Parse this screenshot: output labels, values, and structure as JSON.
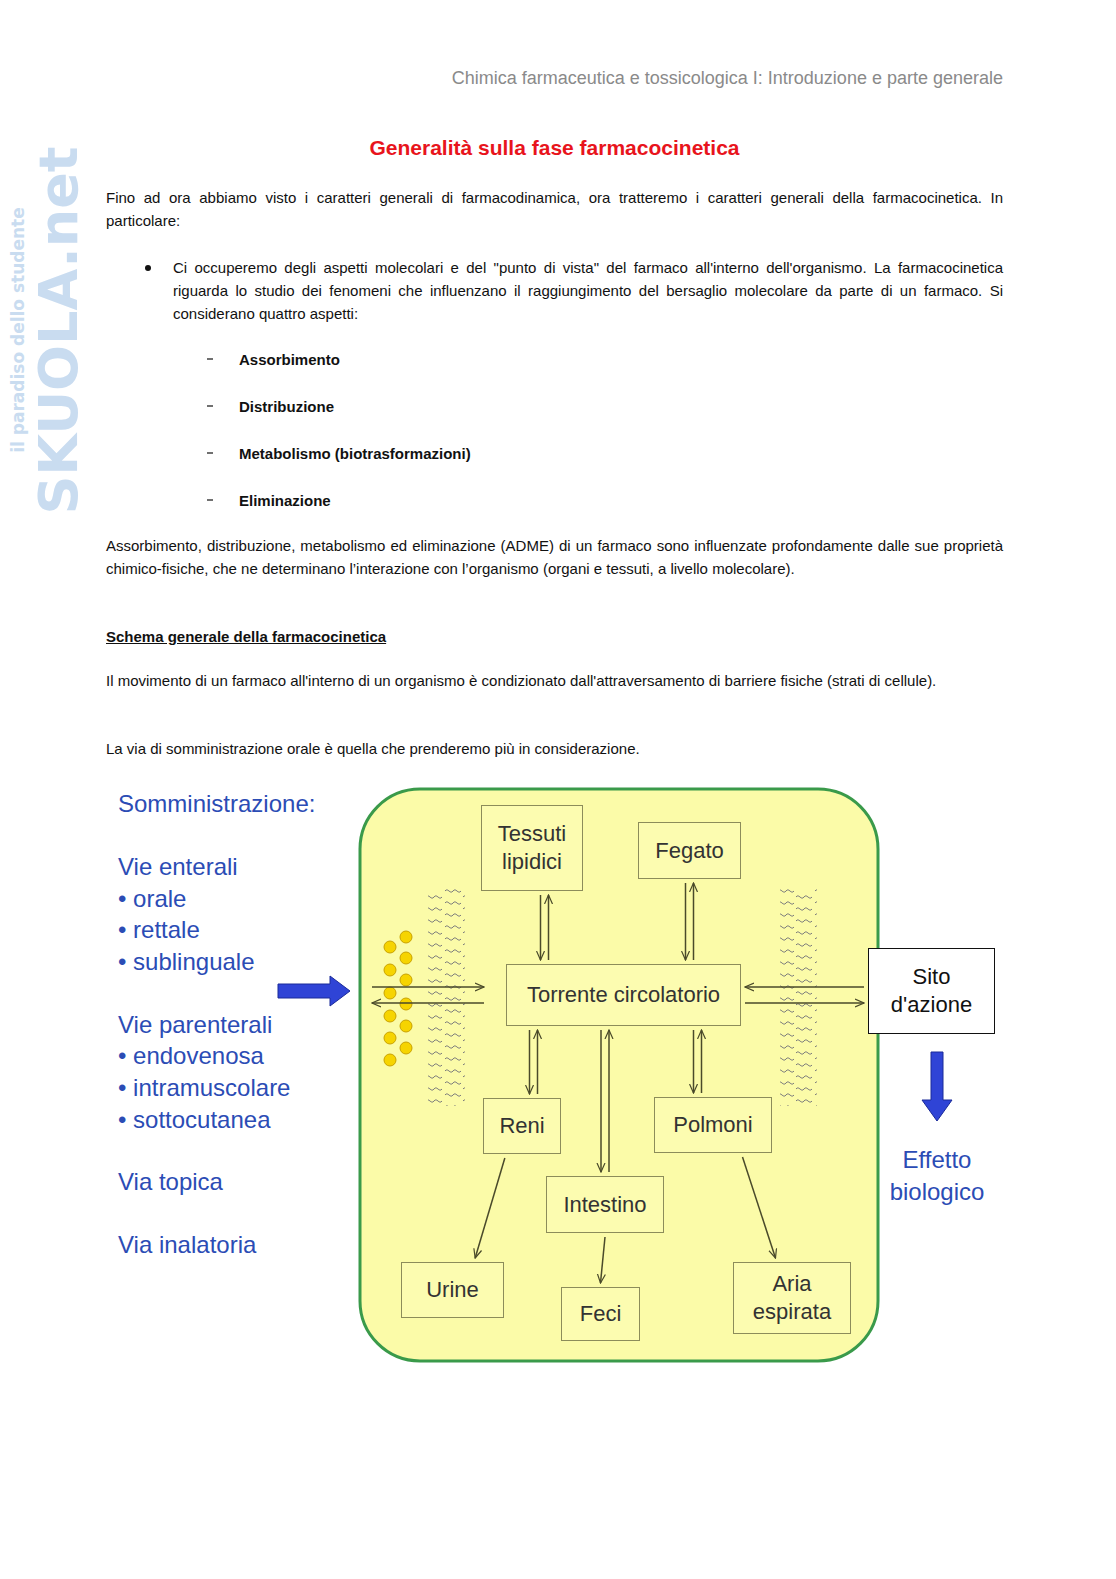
{
  "diagram": {
    "title": "Generalità sulla fase farmacocinetica",
    "nodes": [
      {
        "text": [
          "Tessuti lipidici"
        ]
      },
      {
        "text": [
          "Fegato"
        ]
      },
      {
        "text": [
          "Torrente circolatorio"
        ]
      },
      {
        "text": [
          "Sito d'azione"
        ]
      },
      {
        "text": [
          "Reni"
        ]
      },
      {
        "text": [
          "Polmoni"
        ]
      },
      {
        "text": [
          "Intestino"
        ]
      },
      {
        "text": [
          "Urine"
        ]
      },
      {
        "text": [
          "Feci"
        ]
      },
      {
        "text": [
          "Aria espirata"
        ]
      }
    ],
    "edges": [
      {
        "from": 0,
        "to": 2,
        "arrow": "both"
      },
      {
        "from": 1,
        "to": 2,
        "arrow": "both"
      },
      {
        "from": 2,
        "to": 4,
        "arrow": "both"
      },
      {
        "from": 2,
        "to": 6,
        "arrow": "both"
      },
      {
        "from": 2,
        "to": 5,
        "arrow": "both"
      },
      {
        "from": 2,
        "to": 3,
        "arrow": "both"
      },
      {
        "from": 4,
        "to": 7,
        "arrow": "to"
      },
      {
        "from": 6,
        "to": 8,
        "arrow": "to"
      },
      {
        "from": 5,
        "to": 9,
        "arrow": "to"
      }
    ],
    "labels": [
      "Chimica farmaceutica e tossicologica I: Introduzione e parte generale",
      "Fino ad ora abbiamo visto i caratteri generali di farmacodinamica, ora tratteremo i caratteri generali della farmacocinetica. In particolare:",
      "Ci occuperemo degli aspetti molecolari e del \"punto di vista\" del farmaco all'interno dell'organismo. La farmacocinetica riguarda lo studio dei fenomeni che influenzano il raggiungimento del bersaglio molecolare da parte di un farmaco. Si considerano quattro aspetti:",
      "Assorbimento",
      "Distribuzione",
      "Metabolismo (biotrasformazioni)",
      "Eliminazione",
      "Assorbimento, distribuzione, metabolismo ed eliminazione (ADME) di un farmaco sono influenzate profondamente dalle sue proprietà chimico-fisiche, che ne determinano l’interazione con l’organismo (organi e tessuti, a livello molecolare).",
      "Schema generale della farmacocinetica",
      "Il movimento di un farmaco all'interno di un organismo è condizionato dall'attraversamento di barriere fisiche (strati di cellule).",
      "La via di somministrazione orale è quella che prenderemo più in considerazione.",
      "Somministrazione:",
      "Vie enterali",
      "• orale",
      "• rettale",
      "• sublinguale",
      "Vie parenterali",
      "• endovenosa",
      "• intramuscolare",
      "• sottocutanea",
      "Via topica",
      "Via inalatoria",
      "Effetto biologico",
      "SKUOLA.net",
      "il paradiso dello studente"
    ]
  }
}
